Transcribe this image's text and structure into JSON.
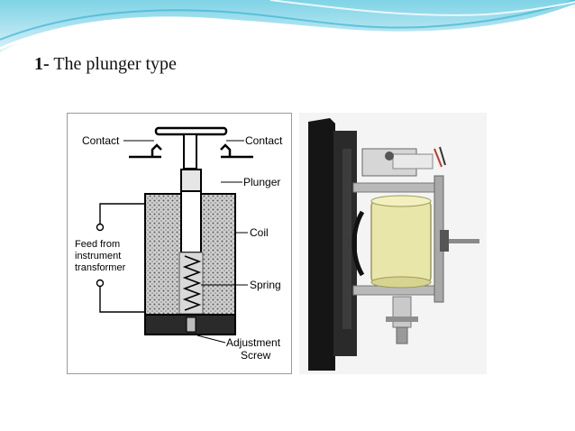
{
  "slide": {
    "heading_number": "1-",
    "heading_text": "The plunger type"
  },
  "diagram": {
    "labels": {
      "contact_left": "Contact",
      "contact_right": "Contact",
      "plunger": "Plunger",
      "coil": "Coil",
      "feed_line1": "Feed from",
      "feed_line2": "instrument",
      "feed_line3": "transformer",
      "spring": "Spring",
      "adjustment_line1": "Adjustment",
      "adjustment_line2": "Screw"
    }
  },
  "colors": {
    "wave_light": "#bfe8f2",
    "wave_mid": "#5ec6dd",
    "wave_dark": "#1fa6c7",
    "coil_yellow": "#e8e6a8",
    "relay_base": "#1a1a1a"
  }
}
